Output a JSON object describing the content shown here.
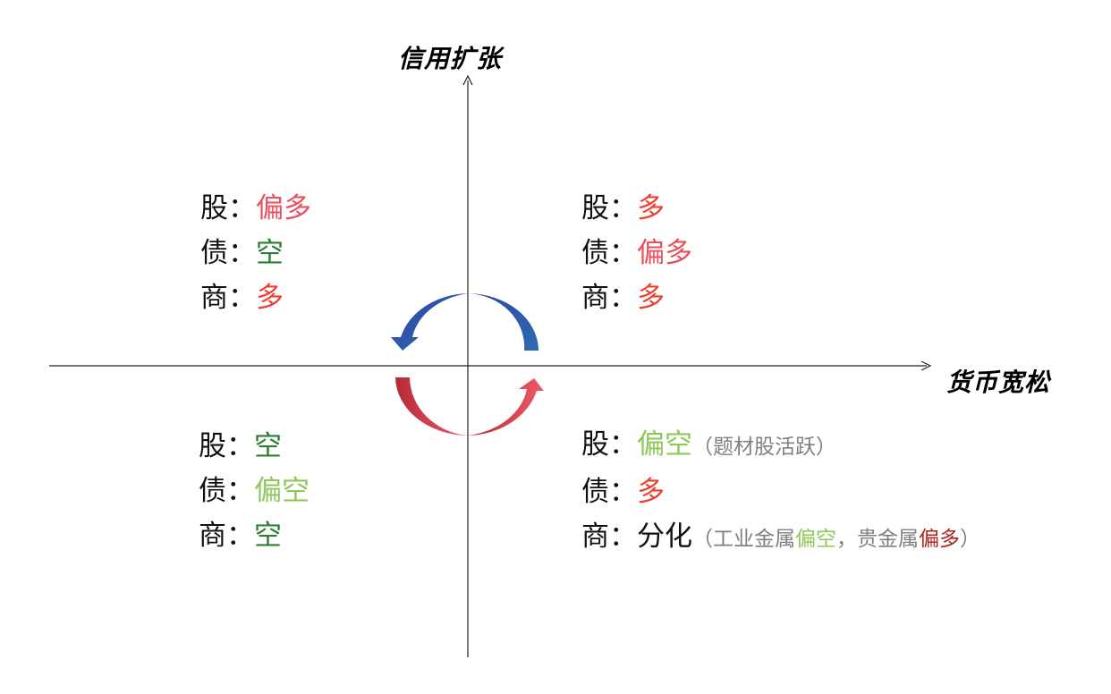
{
  "axes": {
    "y_title": "信用扩张",
    "x_title": "货币宽松"
  },
  "labels": {
    "stock": "股：",
    "bond": "债：",
    "commodity": "商："
  },
  "quadrants": {
    "top_left": {
      "stock": "偏多",
      "bond": "空",
      "commodity": "多"
    },
    "top_right": {
      "stock": "多",
      "bond": "偏多",
      "commodity": "多"
    },
    "bottom_left": {
      "stock": "空",
      "bond": "偏空",
      "commodity": "空"
    },
    "bottom_right": {
      "stock": "偏空",
      "stock_note": "（题材股活跃）",
      "bond": "多",
      "commodity": "分化",
      "commodity_note_open": "（工业金属",
      "commodity_note_industrial": "偏空",
      "commodity_note_mid": "，贵金属",
      "commodity_note_precious": "偏多",
      "commodity_note_close": "）"
    }
  },
  "colors": {
    "long": "#ee3f2e",
    "partial_long": "#e8505b",
    "short": "#2f7d32",
    "partial_short": "#8fc85a",
    "note": "#808080",
    "blue_arrow": "#2e4fa8",
    "red_arrow": "#d23a48"
  }
}
